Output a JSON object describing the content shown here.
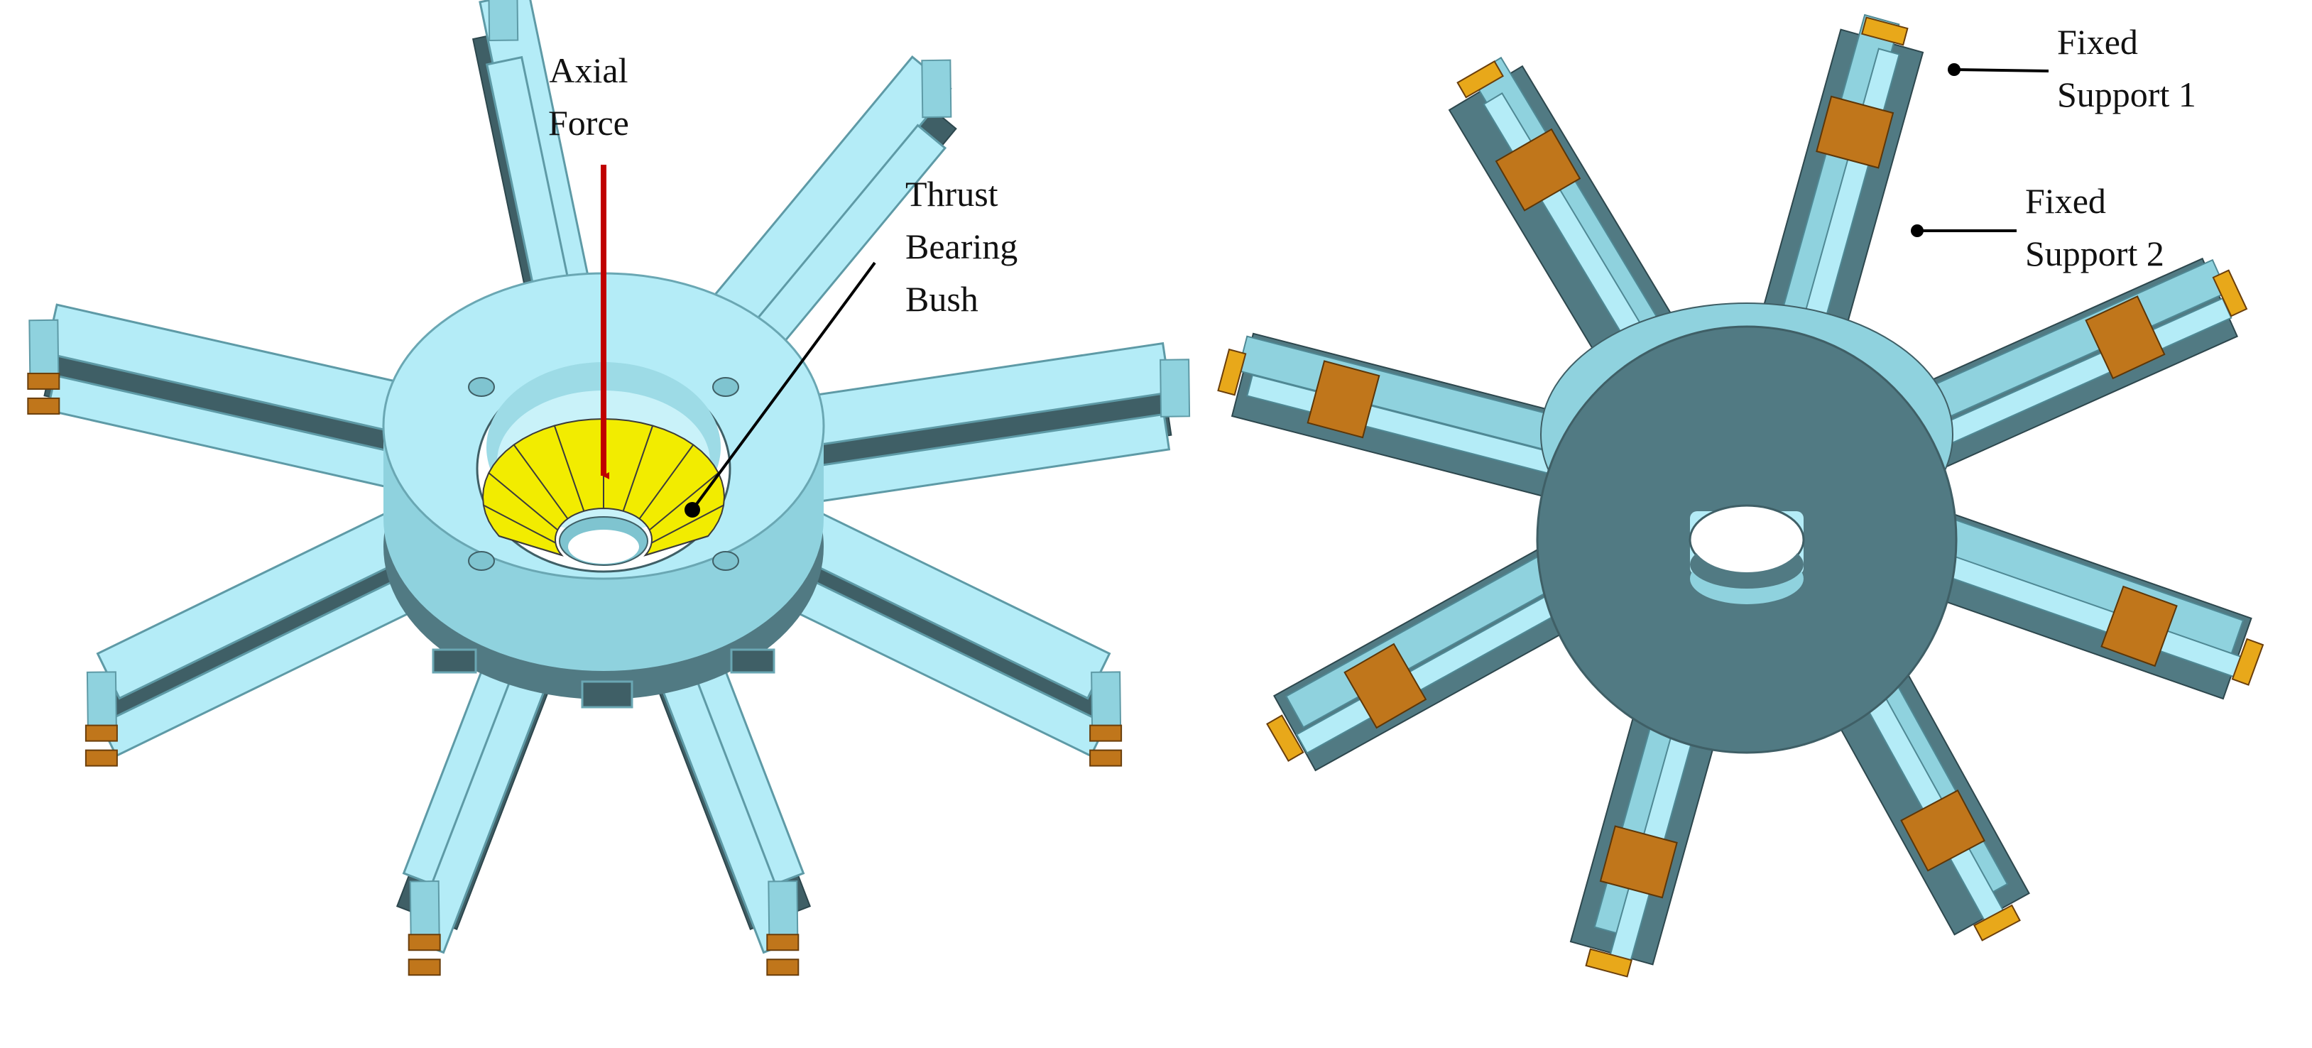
{
  "colors": {
    "body_light": "#b4ecf7",
    "body_mid": "#8fd2de",
    "body_dark": "#3f5f66",
    "body_slate": "#517a83",
    "bearing_yellow": "#f2ec00",
    "support_orange": "#c0761b",
    "support_yellow": "#e8a81a",
    "force_arrow": "#c00000",
    "leader_line": "#000000"
  },
  "labels": {
    "axial_force": [
      "Axial",
      "Force"
    ],
    "thrust_bearing_bush": [
      "Thrust",
      "Bearing",
      "Bush"
    ],
    "fixed_support_1": [
      "Fixed",
      "Support 1"
    ],
    "fixed_support_2": [
      "Fixed",
      "Support 2"
    ]
  }
}
